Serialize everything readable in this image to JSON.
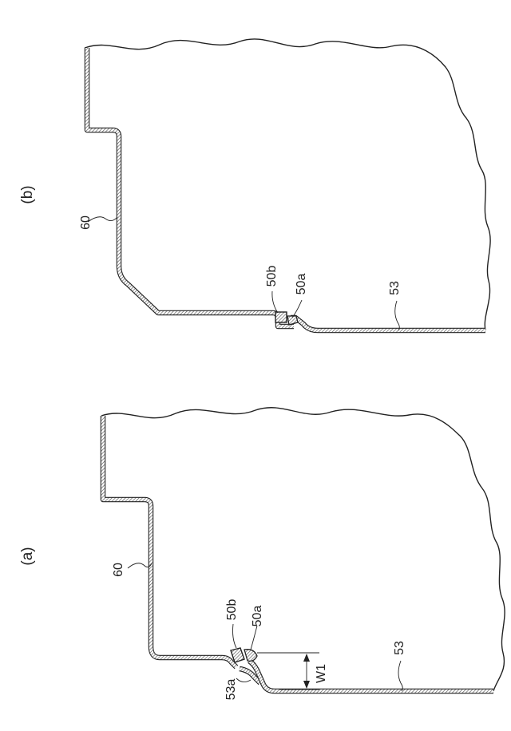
{
  "figure": {
    "panel_b": {
      "label": "(b)",
      "parts": {
        "cover": "60",
        "base": "53",
        "seal_upper": "50b",
        "seal_lower": "50a"
      }
    },
    "panel_a": {
      "label": "(a)",
      "parts": {
        "cover": "60",
        "base": "53",
        "lip": "53a",
        "seal_upper": "50b",
        "seal_lower": "50a",
        "gap": "W1"
      }
    }
  }
}
